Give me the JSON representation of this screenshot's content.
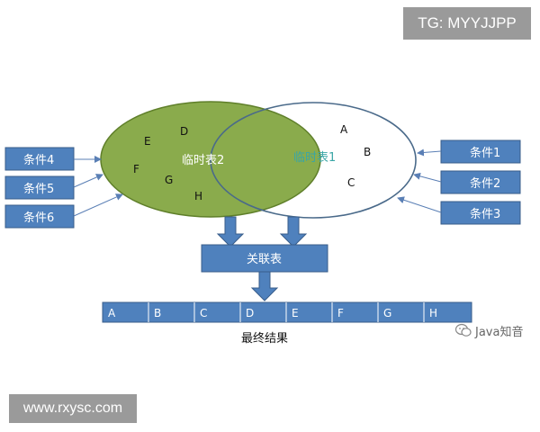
{
  "badge": "TG: MYYJJPP",
  "footer": "www.rxysc.com",
  "watermark": "Java知音",
  "left_ellipse": {
    "label": "临时表2",
    "letters": [
      "D",
      "E",
      "F",
      "G",
      "H"
    ]
  },
  "right_ellipse": {
    "label": "临时表1",
    "letters": [
      "A",
      "B",
      "C"
    ]
  },
  "left_conditions": [
    "条件4",
    "条件5",
    "条件6"
  ],
  "right_conditions": [
    "条件1",
    "条件2",
    "条件3"
  ],
  "join_table": "关联表",
  "result_cells": [
    "A",
    "B",
    "C",
    "D",
    "E",
    "F",
    "G",
    "H"
  ],
  "result_caption": "最终结果",
  "colors": {
    "box_fill": "#4f81bd",
    "box_stroke": "#385d8a",
    "ellipse_green": "#8aab4c",
    "ellipse_green_stroke": "#5f7f2a",
    "ellipse_right_stroke": "#4a6a8a",
    "label_teal": "#3aa6a6"
  }
}
